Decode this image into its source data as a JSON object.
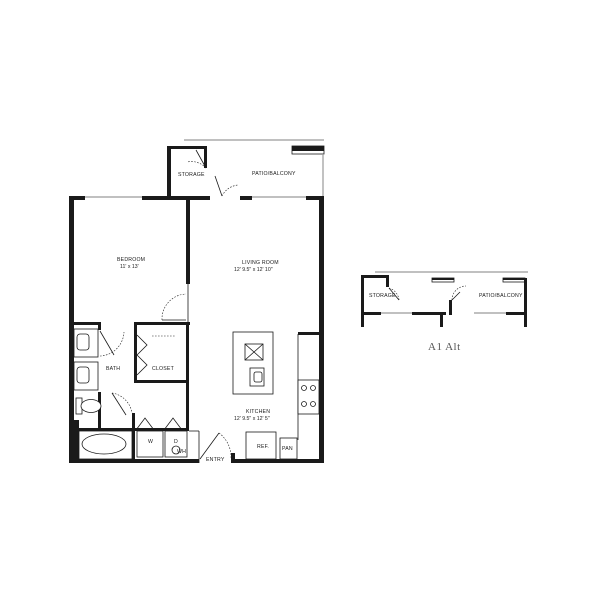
{
  "rooms": {
    "storage": "STORAGE",
    "patio": "PATIO/BALCONY",
    "bedroom": "BEDROOM",
    "bedroom_dim": "11' x 13'",
    "living": "LIVING ROOM",
    "living_dim": "12' 9.5\" x 12' 10\"",
    "bath": "BATH",
    "closet": "CLOSET",
    "kitchen": "KITCHEN",
    "kitchen_dim": "12' 9.5\" x 12' 5\"",
    "ref": "REF.",
    "pan": "PAN",
    "entry": "ENTRY",
    "washer": "W",
    "dryer": "D",
    "water_heater": "WH"
  },
  "alt_plan": {
    "storage": "STORAGE",
    "patio": "PATIO/BALCONY",
    "caption": "A1 Alt"
  },
  "colors": {
    "wall": "#1a1a1a",
    "glass": "#9a9a9a",
    "caption": "#555555"
  }
}
